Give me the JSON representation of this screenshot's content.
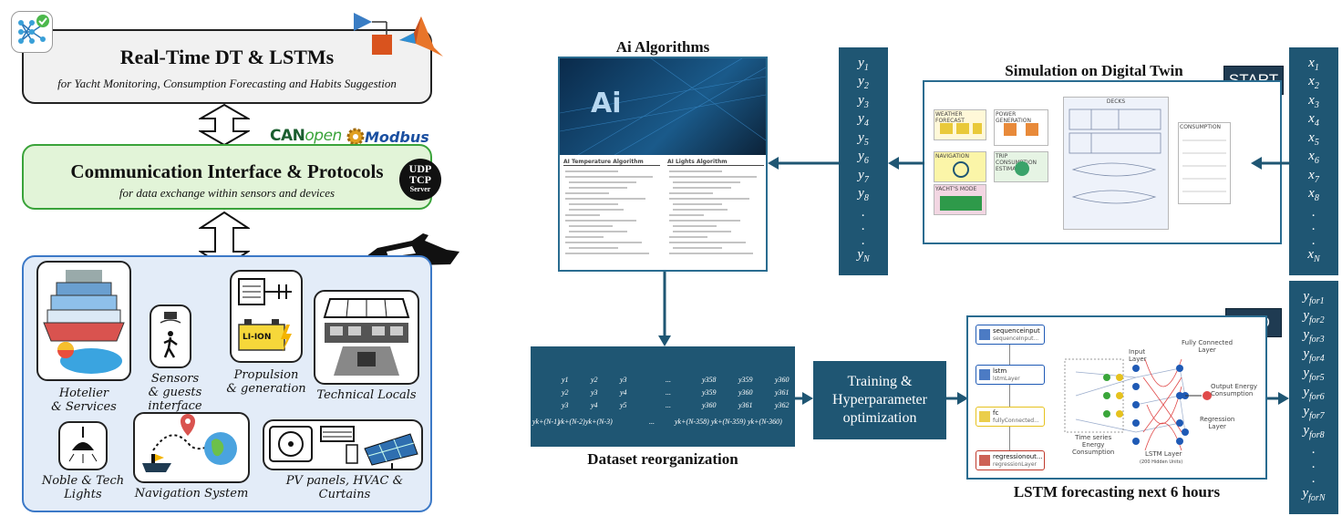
{
  "left": {
    "top_box": {
      "title": "Real-Time DT & LSTMs",
      "subtitle": "for Yacht Monitoring, Consumption Forecasting and Habits Suggestion"
    },
    "comm_box": {
      "title": "Communication Interface & Protocols",
      "subtitle": "for data exchange within sensors and devices"
    },
    "protocols": {
      "canopen_can": "CAN",
      "canopen_open": "open",
      "modbus": "Modbus"
    },
    "udp_badge": {
      "line1": "UDP",
      "line2": "TCP",
      "line3": "Server"
    },
    "tiles": {
      "hotelier": "Hotelier\n& Services",
      "sensors": "Sensors\n& guests interface",
      "propulsion": "Propulsion\n& generation",
      "technical": "Technical Locals",
      "lights": "Noble & Tech\nLights",
      "navigation": "Navigation System",
      "pv": "PV panels, HVAC & Curtains",
      "battery_label": "LI-ION"
    }
  },
  "right": {
    "ai_title": "Ai Algorithms",
    "ai_image_text": "Ai",
    "algo_left_title": "AI Temperature Algorithm",
    "algo_right_title": "AI Lights Algorithm",
    "dataset_title": "Dataset reorganization",
    "dt_title": "Simulation on Digital Twin",
    "start_label": "START",
    "end_label": "END",
    "training_label": "Training &\nHyperparameter\noptimization",
    "lstm_title": "LSTM forecasting next 6 hours",
    "dt_panels": {
      "weather": "WEATHER FORECAST",
      "power": "POWER GENERATION",
      "navigation": "NAVIGATION",
      "trip": "TRIP CONSUMPTION ESTIMATION",
      "yacht_mode": "YACHT'S MODE",
      "decks": "DECKS",
      "consumption": "CONSUMPTION"
    },
    "lstm_layers": [
      {
        "name": "sequenceinput",
        "sub": "sequenceInput..."
      },
      {
        "name": "lstm",
        "sub": "lstmLayer"
      },
      {
        "name": "fc",
        "sub": "fullyConnected..."
      },
      {
        "name": "regressionout...",
        "sub": "regressionLayer"
      }
    ],
    "nn_labels": {
      "input_layer": "Input\nLayer",
      "fc_layer": "Fully Connected\nLayer",
      "output": "Output Energy\nConsumption",
      "regression": "Regression\nLayer",
      "time_series": "Time series\nEnergy\nConsumption",
      "lstm_layer": "LSTM Layer",
      "lstm_units": "(200 Hidden Units)"
    },
    "y_vector": [
      "y1",
      "y2",
      "y3",
      "y4",
      "y5",
      "y6",
      "y7",
      "y8",
      ".",
      ".",
      ".",
      "yN"
    ],
    "x_vector": [
      "x1",
      "x2",
      "x3",
      "x4",
      "x5",
      "x6",
      "x7",
      "x8",
      ".",
      ".",
      ".",
      "xN"
    ],
    "yfor_vector": [
      "yfor1",
      "yfor2",
      "yfor3",
      "yfor4",
      "yfor5",
      "yfor6",
      "yfor7",
      "yfor8",
      ".",
      ".",
      ".",
      "yforN"
    ],
    "dataset_rows": [
      [
        "y1",
        "y2",
        "y3",
        "...",
        "y358",
        "y359",
        "y360"
      ],
      [
        "y2",
        "y3",
        "y4",
        "...",
        "y359",
        "y360",
        "y361"
      ],
      [
        "y3",
        "y4",
        "y5",
        "...",
        "y360",
        "y361",
        "y362"
      ],
      [
        "yk+(N-1)",
        "yk+(N-2)",
        "yk+(N-3)",
        "...",
        "yk+(N-358)",
        "yk+(N-359)",
        "yk+(N-360)"
      ]
    ]
  },
  "colors": {
    "navy": "#1f5673",
    "dark_btn": "#1f3b52",
    "green_box": "#e2f4d8",
    "green_border": "#3aa33a",
    "blue_panel": "#e3ecf8",
    "blue_border": "#3c79c7",
    "gray_box": "#f0f0f0"
  }
}
